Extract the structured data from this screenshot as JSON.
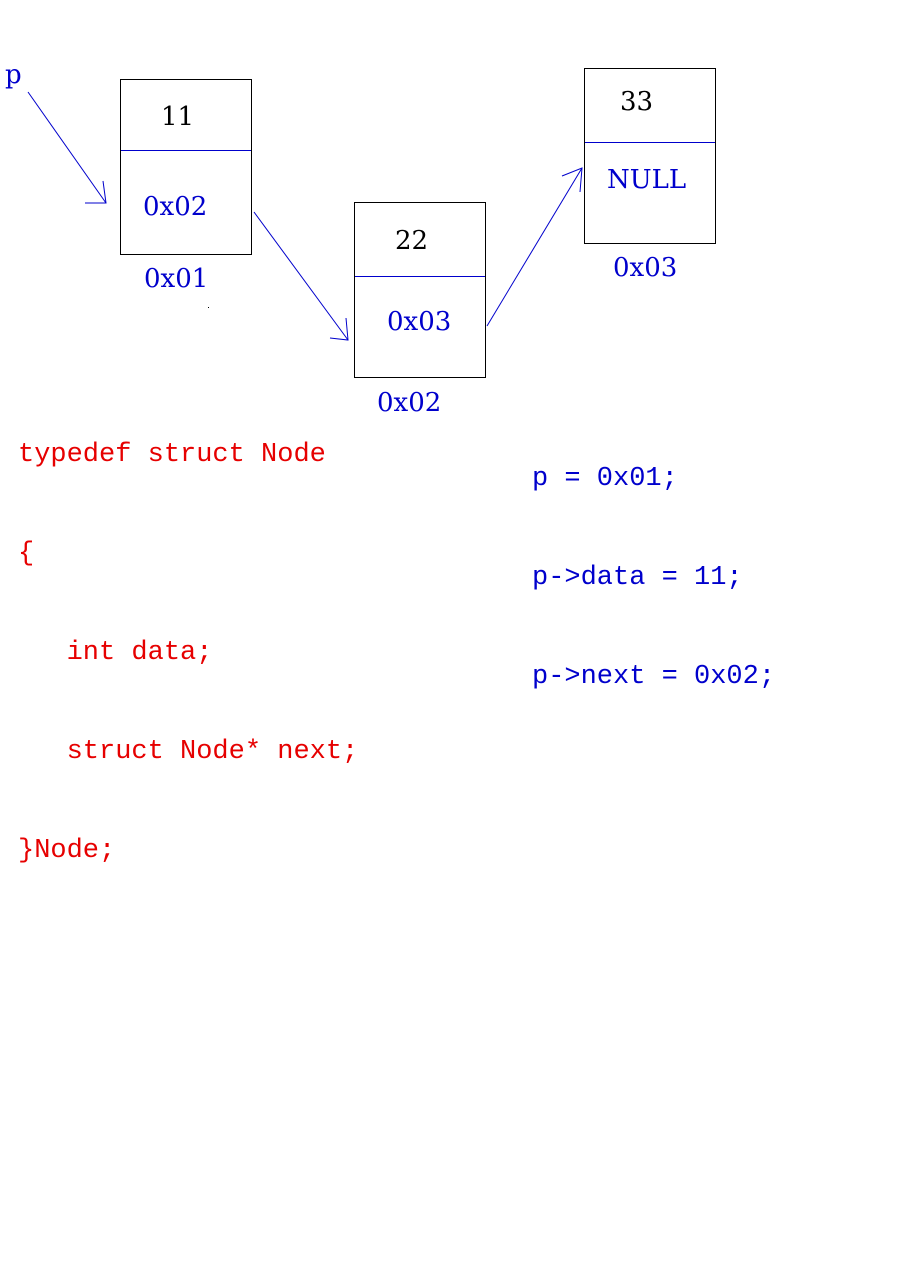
{
  "pointer_label": "p",
  "nodes": [
    {
      "data": "11",
      "next": "0x02",
      "address": "0x01"
    },
    {
      "data": "22",
      "next": "0x03",
      "address": "0x02"
    },
    {
      "data": "33",
      "next": "NULL",
      "address": "0x03"
    }
  ],
  "struct_code": [
    "typedef struct Node",
    "{",
    "   int data;",
    "   struct Node* next;",
    "}Node;"
  ],
  "assign_code": [
    "p = 0x01;",
    "p->data = 11;",
    "p->next = 0x02;"
  ],
  "colors": {
    "blue": "#0000cc",
    "red": "#e60000",
    "black": "#000000"
  }
}
